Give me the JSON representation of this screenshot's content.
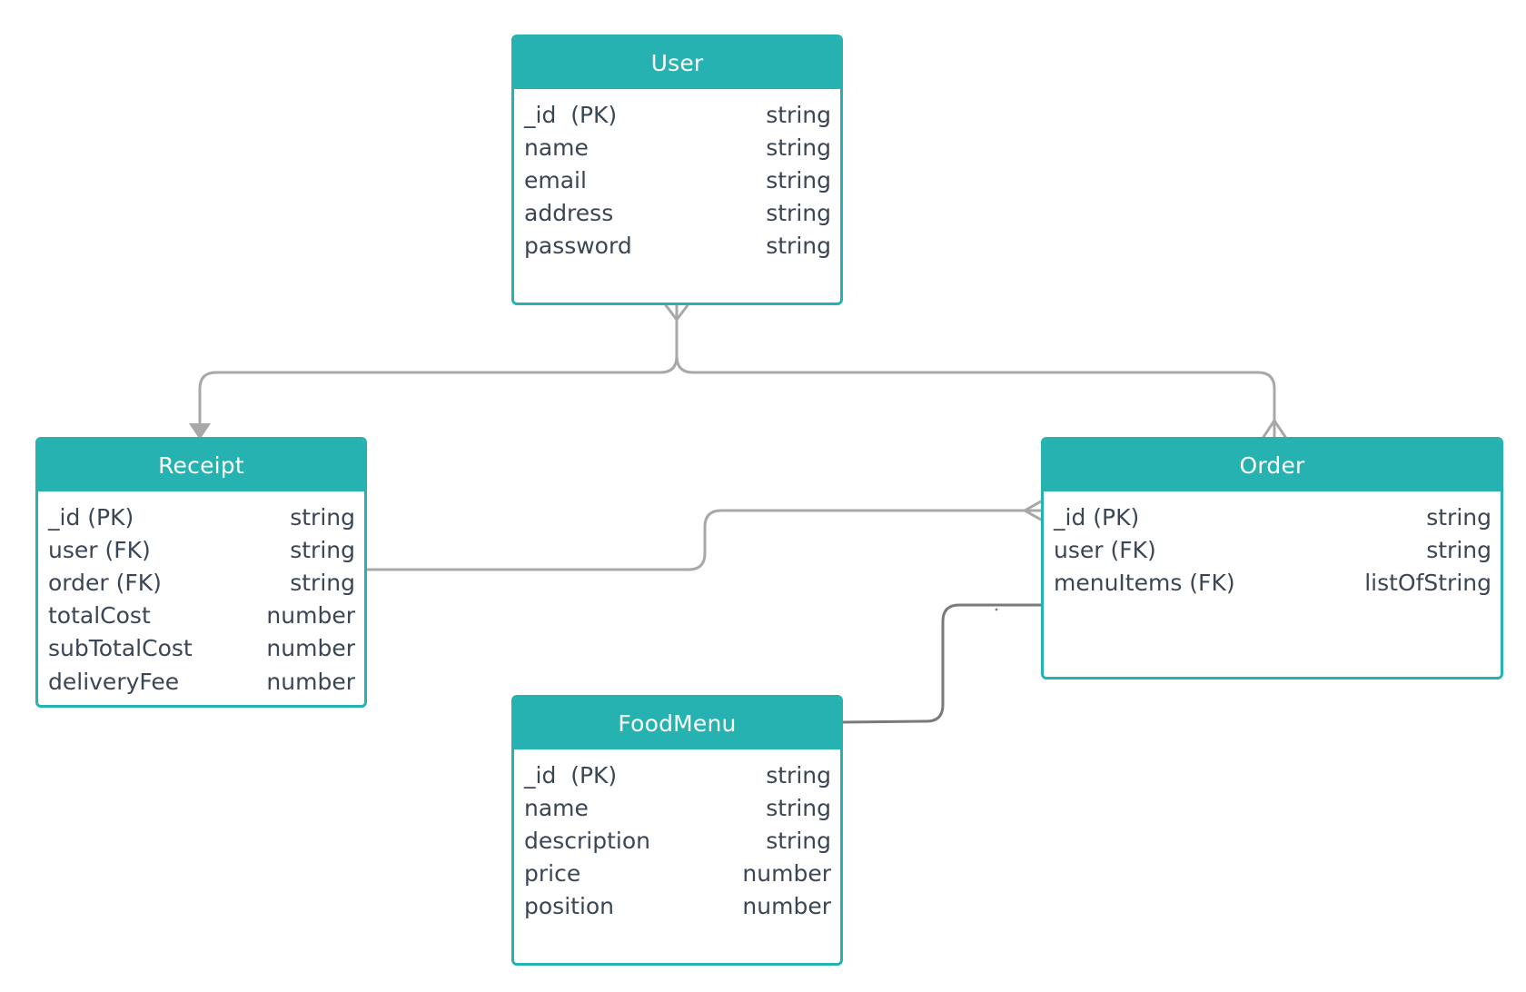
{
  "colors": {
    "header": "#25b2b0",
    "header_text": "#ffffff",
    "field_text": "#3b4654",
    "connector": "#a8a8a8",
    "connector_dark": "#7a7a7a"
  },
  "entities": {
    "user": {
      "title": "User",
      "fields": [
        {
          "name": "_id  (PK)",
          "type": "string"
        },
        {
          "name": "name",
          "type": "string"
        },
        {
          "name": "email",
          "type": "string"
        },
        {
          "name": "address",
          "type": "string"
        },
        {
          "name": "password",
          "type": "string"
        }
      ]
    },
    "receipt": {
      "title": "Receipt",
      "fields": [
        {
          "name": "_id (PK)",
          "type": "string"
        },
        {
          "name": "user (FK)",
          "type": "string"
        },
        {
          "name": "order (FK)",
          "type": "string"
        },
        {
          "name": "totalCost",
          "type": "number"
        },
        {
          "name": "subTotalCost",
          "type": "number"
        },
        {
          "name": "deliveryFee",
          "type": "number"
        }
      ]
    },
    "order": {
      "title": "Order",
      "fields": [
        {
          "name": "_id (PK)",
          "type": "string"
        },
        {
          "name": "user (FK)",
          "type": "string"
        },
        {
          "name": "menuItems (FK)",
          "type": "listOfString"
        }
      ]
    },
    "foodmenu": {
      "title": "FoodMenu",
      "fields": [
        {
          "name": "_id  (PK)",
          "type": "string"
        },
        {
          "name": "name",
          "type": "string"
        },
        {
          "name": "description",
          "type": "string"
        },
        {
          "name": "price",
          "type": "number"
        },
        {
          "name": "position",
          "type": "number"
        }
      ]
    }
  },
  "relationships": [
    {
      "from": "User",
      "to": "Receipt",
      "from_end": "many",
      "to_end": "arrow"
    },
    {
      "from": "User",
      "to": "Order",
      "from_end": "many",
      "to_end": "many"
    },
    {
      "from": "Receipt",
      "to": "Order",
      "from_end": "none",
      "to_end": "many"
    },
    {
      "from": "FoodMenu",
      "to": "Order",
      "from_end": "none",
      "to_end": "none"
    }
  ]
}
